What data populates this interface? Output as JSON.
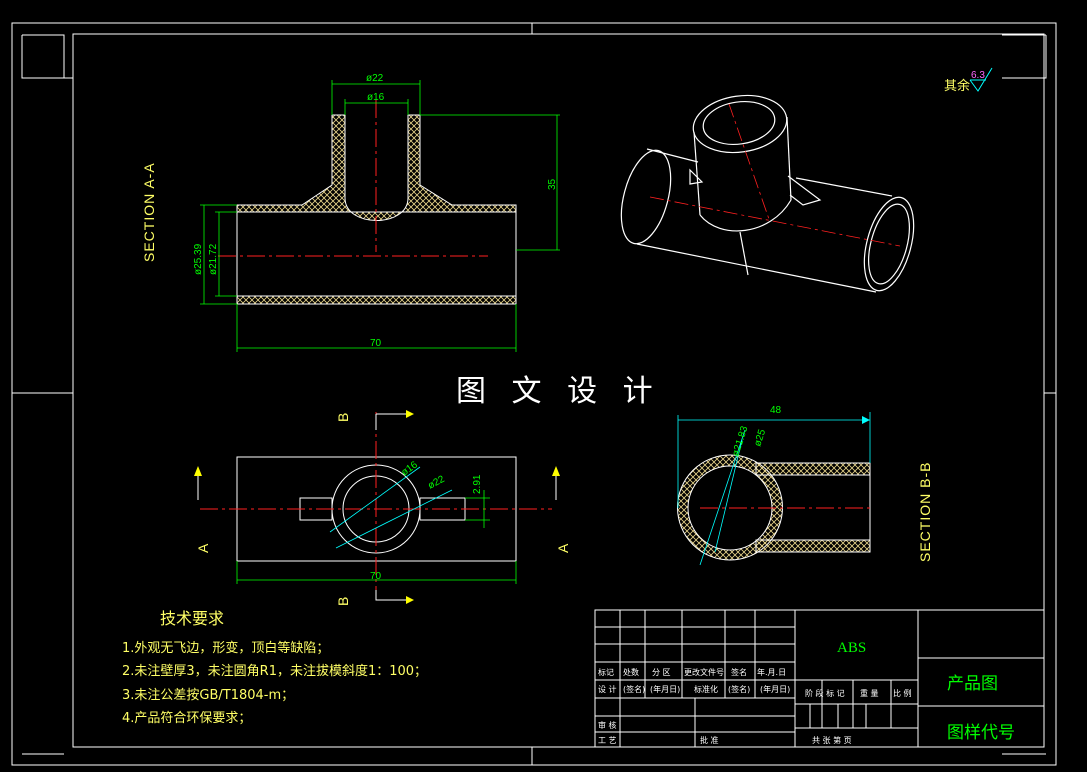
{
  "watermark": "图 文 设 计",
  "roughness": {
    "label": "其余",
    "value": "6.3"
  },
  "section_aa": {
    "title": "SECTION A-A",
    "dims": {
      "d_outer": "ø22",
      "d_inner": "ø16",
      "height": "35",
      "d_pipe_outer": "ø25.39",
      "d_pipe_inner": "ø21.72",
      "length": "70"
    }
  },
  "top_view": {
    "cut_label_a": "A",
    "cut_label_b": "B",
    "dims": {
      "d16": "ø16",
      "d22": "ø22",
      "wall": "2.91",
      "length": "70"
    }
  },
  "section_bb": {
    "title": "SECTION B-B",
    "dims": {
      "length": "48",
      "d_inner": "ø21.83",
      "d_outer": "ø25"
    }
  },
  "tech_requirements": {
    "title": "技术要求",
    "items": [
      "1.外观无飞边，形变，顶白等缺陷；",
      "2.未注壁厚3，未注圆角R1，未注拔模斜度1：100；",
      "3.未注公差按GB/T1804-m；",
      "4.产品符合环保要求；"
    ]
  },
  "title_block": {
    "material": "ABS",
    "drawing_name": "产品图",
    "drawing_code": "图样代号",
    "row_headers": [
      "标记",
      "处数",
      "分 区",
      "更改文件号",
      "签名",
      "年.月.日"
    ],
    "design_row": [
      "设  计",
      "(签名)",
      "(年月日)",
      "标准化",
      "(签名)",
      "(年月日)"
    ],
    "stage_headers": [
      "阶 段 标 记",
      "重 量",
      "比 例"
    ],
    "review": "审 核",
    "process": "工 艺",
    "approve": "批 准",
    "sheet_info": "共    张    第    页"
  }
}
